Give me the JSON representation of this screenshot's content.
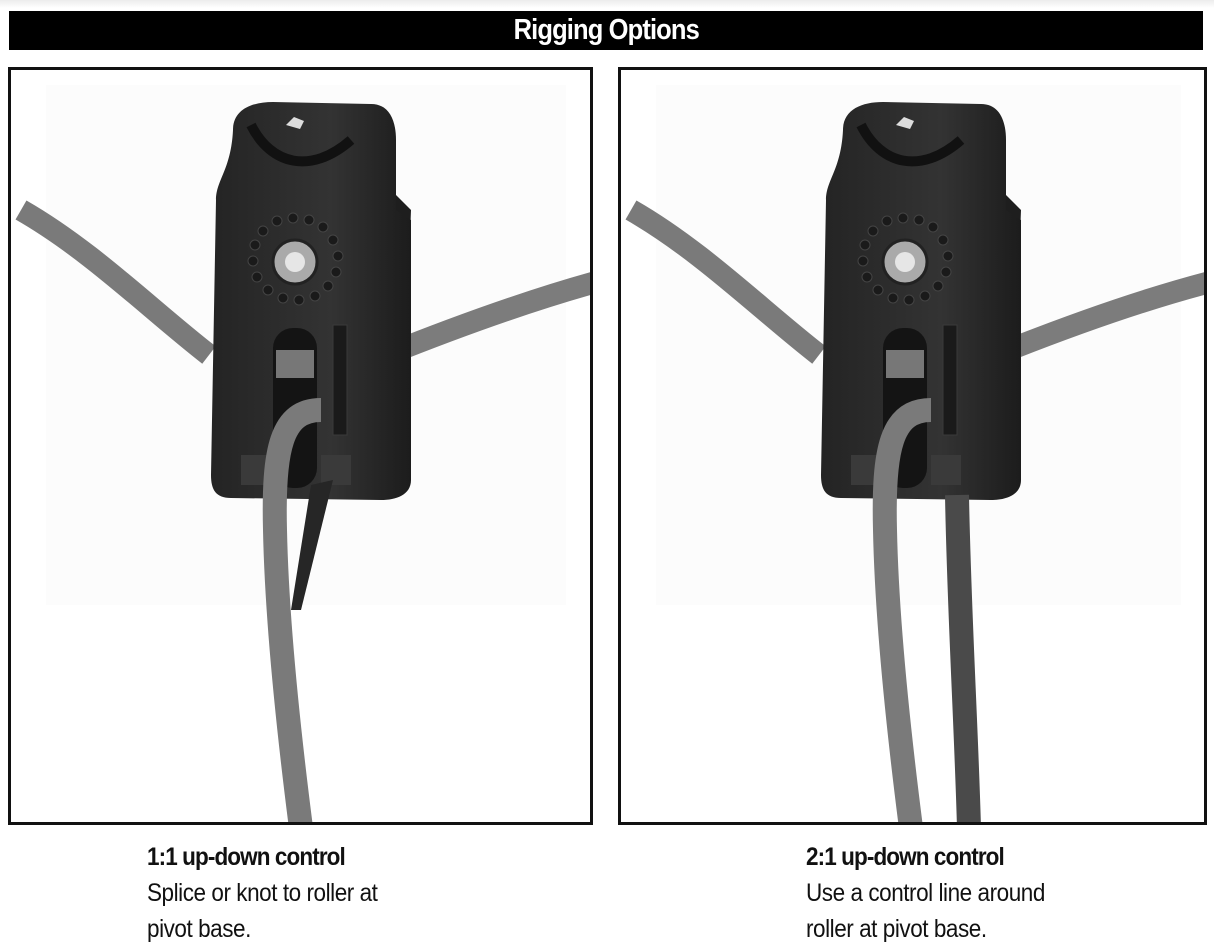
{
  "header": {
    "title": "Rigging Options"
  },
  "panels": [
    {
      "id": "left",
      "illustration": "block-1to1-rigging",
      "caption": {
        "title": "1:1 up-down control",
        "lines": [
          "Splice or knot to roller at",
          "pivot base."
        ]
      }
    },
    {
      "id": "right",
      "illustration": "block-2to1-rigging",
      "caption": {
        "title": "2:1 up-down control",
        "lines": [
          "Use a control line around",
          "roller at pivot base."
        ]
      }
    }
  ],
  "colors": {
    "header_bg": "#000000",
    "header_text": "#ffffff",
    "frame": "#111111",
    "block_body": "#2b2b2b",
    "rope": "#7a7a7a",
    "rope_dark": "#3a3a3a",
    "text": "#111111"
  }
}
